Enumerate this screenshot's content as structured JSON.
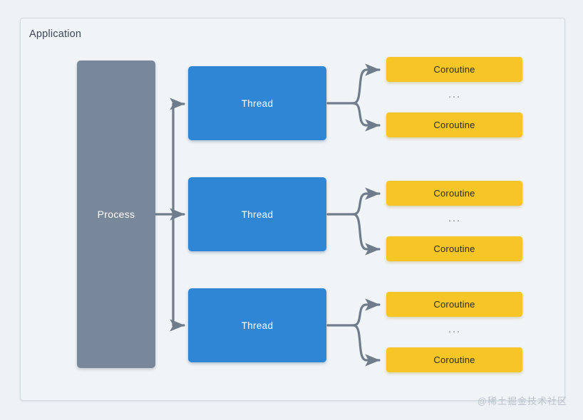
{
  "diagram": {
    "title": "Application",
    "type": "hierarchy-diagram",
    "colors": {
      "background": "#eef1f5",
      "container_fill": "#f1f4f7",
      "container_border": "#d3dbe2",
      "process_fill": "#78879a",
      "thread_fill": "#2e86d4",
      "coroutine_fill": "#f5c625",
      "connector_stroke": "#6f7c8c",
      "watermark": "#b9c3cd"
    },
    "process": {
      "label": "Process"
    },
    "threads": [
      {
        "label": "Thread",
        "coroutines": [
          {
            "label": "Coroutine"
          },
          {
            "label": "Coroutine"
          }
        ],
        "ellipsis": "···"
      },
      {
        "label": "Thread",
        "coroutines": [
          {
            "label": "Coroutine"
          },
          {
            "label": "Coroutine"
          }
        ],
        "ellipsis": "···"
      },
      {
        "label": "Thread",
        "coroutines": [
          {
            "label": "Coroutine"
          },
          {
            "label": "Coroutine"
          }
        ],
        "ellipsis": "···"
      }
    ],
    "watermark": "@稀土掘金技术社区"
  }
}
